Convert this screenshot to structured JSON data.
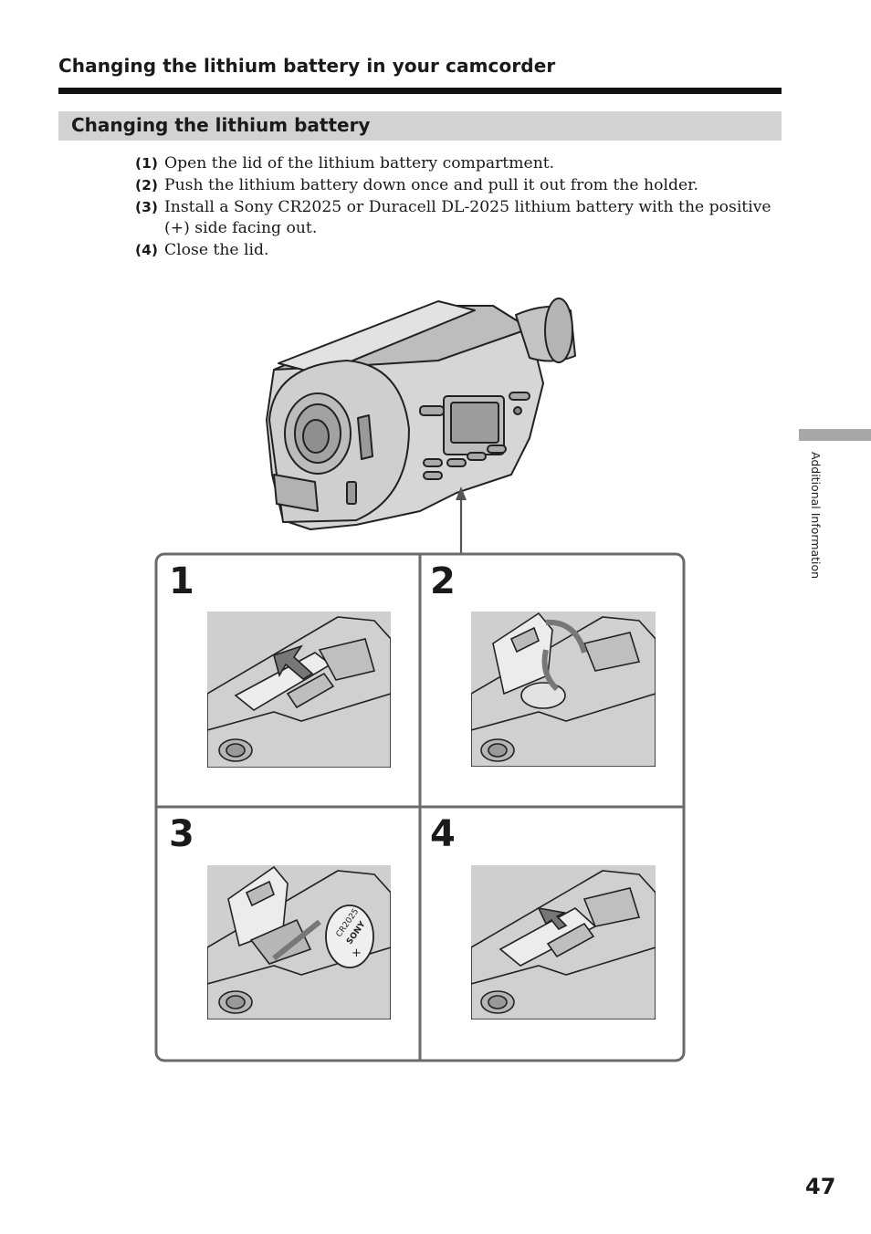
{
  "header": {
    "chapter_title": "Changing the lithium battery in your camcorder",
    "section_title": "Changing the lithium battery"
  },
  "steps": [
    {
      "num": "(1)",
      "text": "Open the lid of the lithium battery compartment."
    },
    {
      "num": "(2)",
      "text": "Push the lithium battery down once and pull it out from the holder."
    },
    {
      "num": "(3)",
      "text": "Install a Sony CR2025 or Duracell DL-2025 lithium battery with the positive (+) side facing out."
    },
    {
      "num": "(4)",
      "text": "Close the lid."
    }
  ],
  "figure": {
    "panels": [
      "1",
      "2",
      "3",
      "4"
    ],
    "battery_label_model": "CR2025",
    "battery_label_brand": "SONY",
    "battery_label_polarity": "+"
  },
  "side_tab": {
    "label": "Additional Information"
  },
  "footer": {
    "page_number": "47"
  }
}
